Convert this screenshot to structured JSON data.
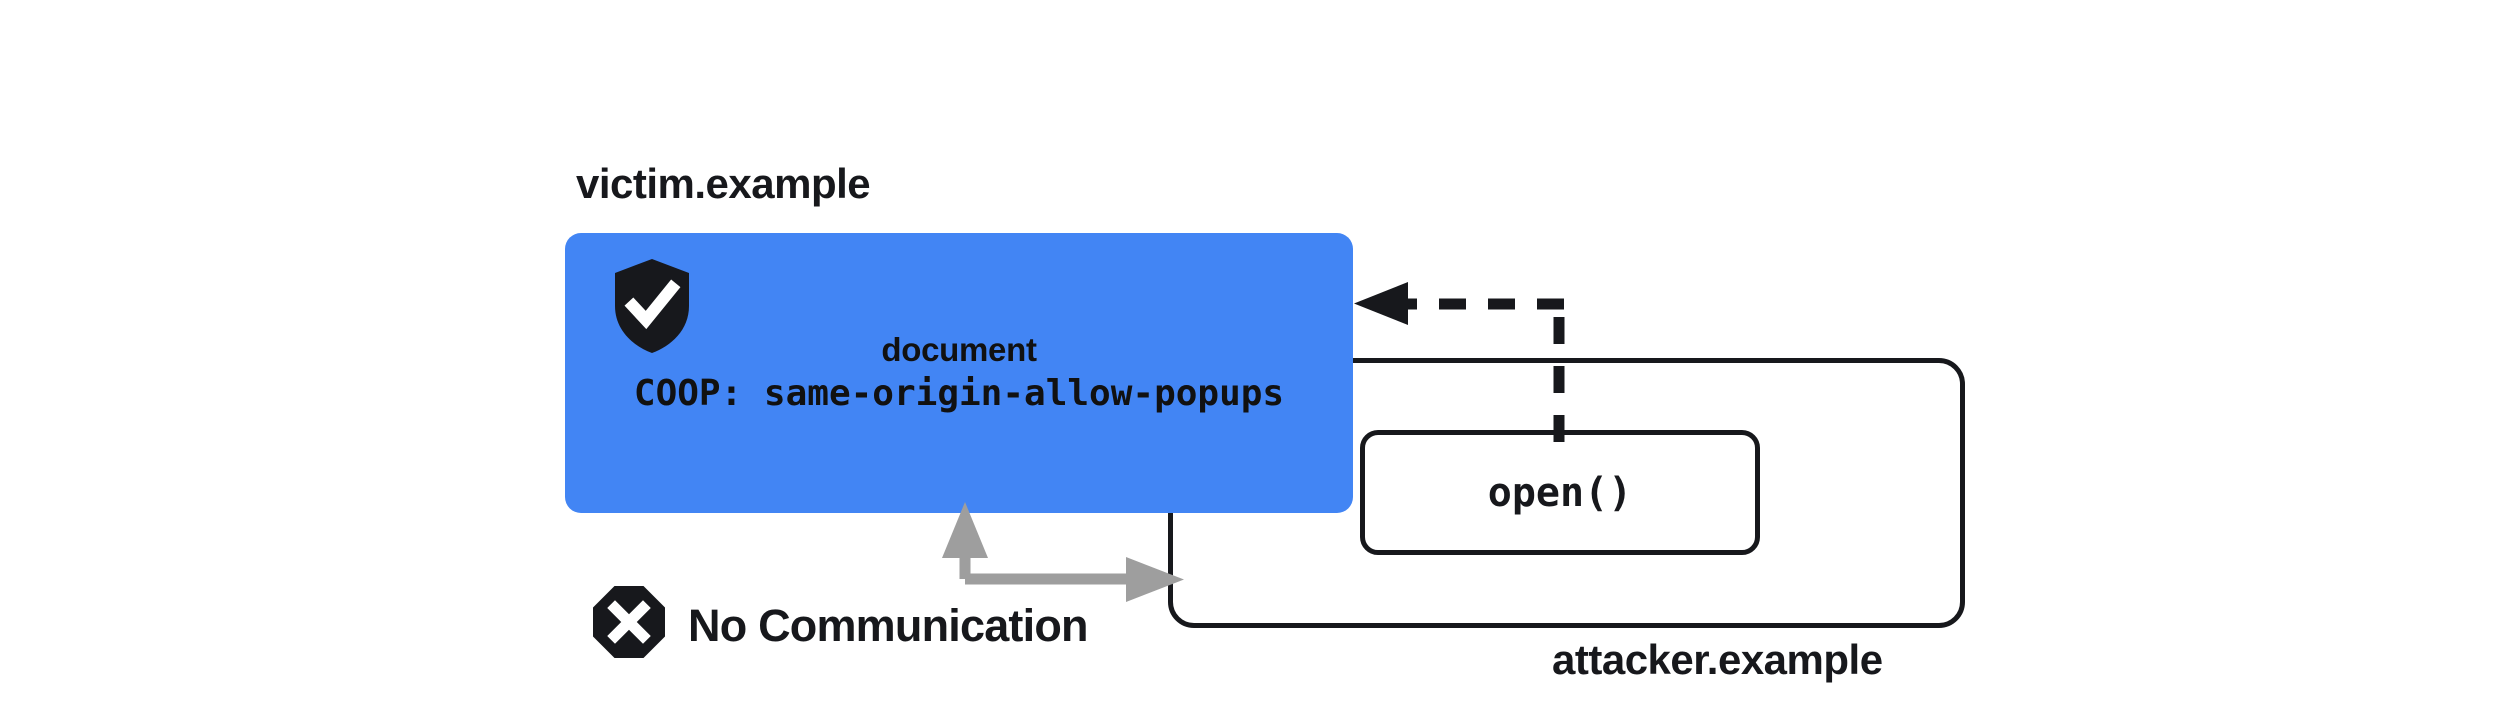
{
  "diagram": {
    "title_victim": "victim.example",
    "title_attacker": "attacker.example",
    "victim_box": {
      "document_label": "document",
      "coop_label": "COOP: same-origin-allow-popups",
      "background_color": "#4285f4",
      "shield_icon": "shield-check-icon"
    },
    "attacker_frame": {
      "open_call_label": "open()",
      "border_color": "#17181c"
    },
    "no_communication": {
      "label": "No Communication",
      "icon": "octagon-x-icon",
      "icon_color": "#17181c",
      "arrow_color": "#9e9e9e"
    },
    "open_arrow": {
      "style": "dashed",
      "color": "#17181c",
      "direction": "open-to-victim"
    }
  }
}
